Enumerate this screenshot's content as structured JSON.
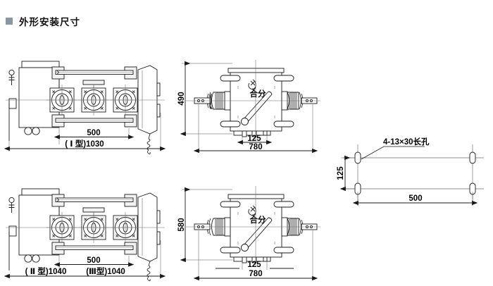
{
  "header": {
    "bullet_icon": "square-bullet-icon",
    "title": "外形安装尺寸"
  },
  "colors": {
    "bullet": "#8a96a3",
    "line": "#1a1a1a",
    "thin_line": "#555555",
    "center_line": "#6b6b6b",
    "fill_light": "#f2f2f2",
    "background": "#ffffff"
  },
  "views": {
    "top_left": {
      "name": "front-view-type-i",
      "dim_inner": "500",
      "dim_overall": "( Ⅰ 型)1030"
    },
    "top_middle": {
      "name": "side-view-type-i",
      "dim_height": "490",
      "dim_foot": "125",
      "dim_width": "780",
      "label_switch": "合分"
    },
    "right": {
      "name": "mounting-hole-detail",
      "label_hole": "4-13×30长孔",
      "dim_vertical": "125",
      "dim_horizontal": "500"
    },
    "bottom_left": {
      "name": "front-view-type-ii-iii",
      "dim_inner": "500",
      "dim_left": "( Ⅱ 型)1040",
      "dim_right": "(Ⅲ型)1040"
    },
    "bottom_middle": {
      "name": "side-view-type-ii-iii",
      "dim_height": "580",
      "dim_foot": "125",
      "dim_width": "780",
      "label_switch": "合分"
    }
  }
}
